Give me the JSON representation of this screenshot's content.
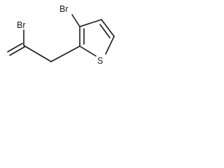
{
  "molecule": {
    "atoms": {
      "br_vinyl": "Br",
      "br_ring": "Br",
      "sulfur": "S"
    }
  }
}
